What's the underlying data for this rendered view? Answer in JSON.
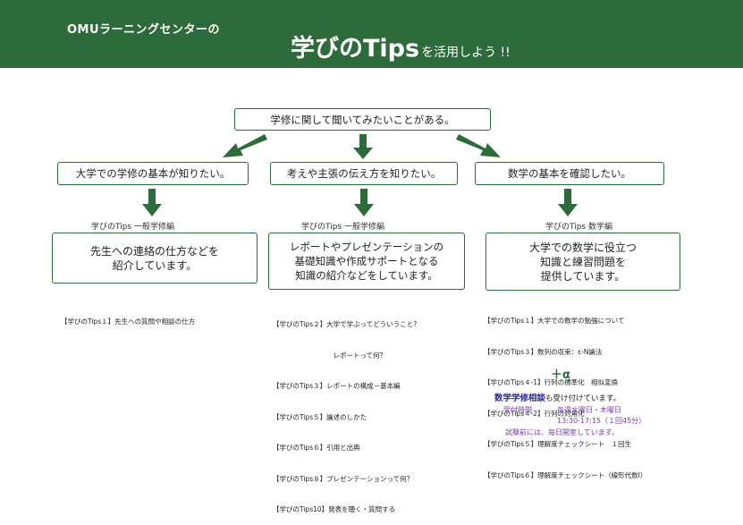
{
  "header": {
    "subtitle": "OMUラーニングセンターの",
    "title": "学びのTips",
    "title_suffix": "を活用しよう !!",
    "bg_color": "#2e6b3a"
  },
  "top_question": "学修に関して聞いてみたいことがある。",
  "columns": [
    {
      "question": "大学での学修の基本が知りたい。",
      "category": "学びのTips 一般学修編",
      "description": "先生への連絡の仕方などを\n紹介しています。",
      "items": [
        "【学びのTips１】先生への質問や相談の仕方"
      ]
    },
    {
      "question": "考えや主張の伝え方を知りたい。",
      "category": "学びのTips 一般学修編",
      "description": "レポートやプレゼンテーションの\n基礎知識や作成サポートとなる\n知識の紹介などをしています。",
      "items": [
        "【学びのTips２】大学で学ぶってどういうこと?",
        "　　　　　　　　　レポートって何？",
        "【学びのTips３】レポートの構成－基本編",
        "【学びのTips５】論述のしかた",
        "【学びのTips６】引用と出典",
        "【学びのTips８】プレゼンテーションって何？",
        "【学びのTips10】発表を聴く・質問する"
      ]
    },
    {
      "question": "数学の基本を確認したい。",
      "category": "学びのTips 数学編",
      "description": "大学での数学に役立つ\n知識と練習問題を\n提供しています。",
      "items": [
        "【学びのTips１】大学での数学の勉強について",
        "【学びのTips３】数列の収束：ε-N論法",
        "【学びのTips４-1】行列の標準化　相似変換",
        "【学びのTips４-2】行列の対角化",
        "【学びのTips５】理解度チェックシート　１回生",
        "【学びのTips６】理解度チェックシート（線形代数Ⅰ）"
      ]
    }
  ],
  "plus_alpha": "＋α",
  "consultation": {
    "name": "数学学修相談",
    "text": "も受け付けています。",
    "reception_label": "受付時間",
    "days": "毎週水曜日・木曜日",
    "hours": "13:30-17:15（１回45分）",
    "exam_note": "試験前には、毎日開室しています。"
  }
}
